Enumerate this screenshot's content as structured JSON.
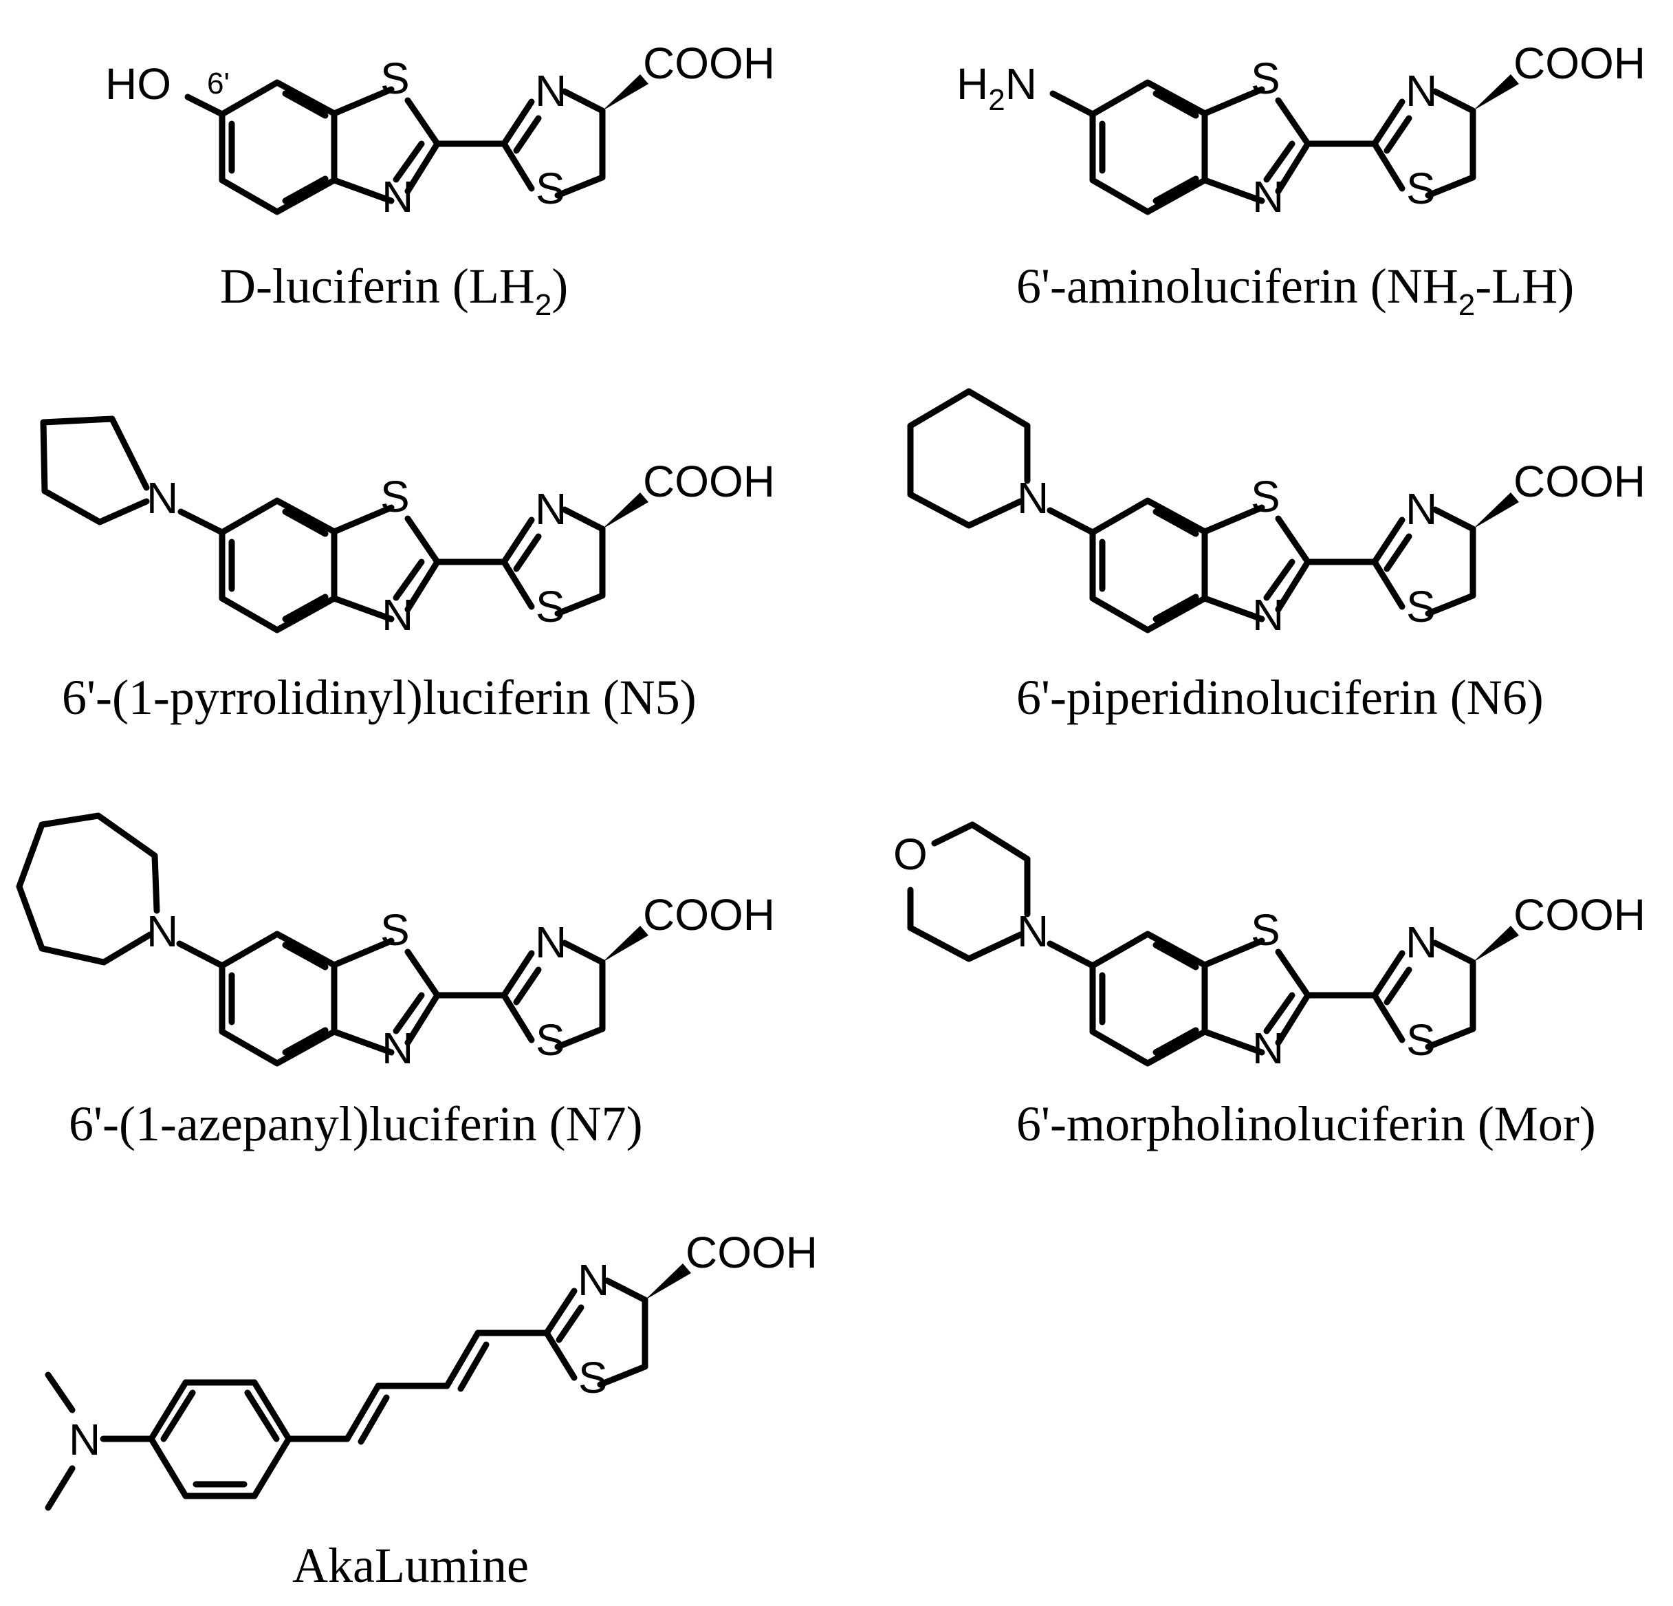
{
  "atoms": {
    "S": "S",
    "N": "N",
    "O": "O",
    "HO": "HO",
    "H2N_main": "H",
    "H2N_sub": "2",
    "H2N_tail": "N",
    "COOH": "COOH",
    "position_6": "6'"
  },
  "compounds": [
    {
      "id": "lh2",
      "label": "D-luciferin (LH",
      "label_sub": "2",
      "label_tail": ")"
    },
    {
      "id": "nh2",
      "label": "6'-aminoluciferin (NH",
      "label_sub": "2",
      "label_tail": "-LH)"
    },
    {
      "id": "n5",
      "label": "6'-(1-pyrrolidinyl)luciferin (N5)"
    },
    {
      "id": "n6",
      "label": "6'-piperidinoluciferin (N6)"
    },
    {
      "id": "n7",
      "label": "6'-(1-azepanyl)luciferin (N7)"
    },
    {
      "id": "mor",
      "label": "6'-morpholinoluciferin (Mor)"
    },
    {
      "id": "aka",
      "label": "AkaLumine"
    }
  ]
}
